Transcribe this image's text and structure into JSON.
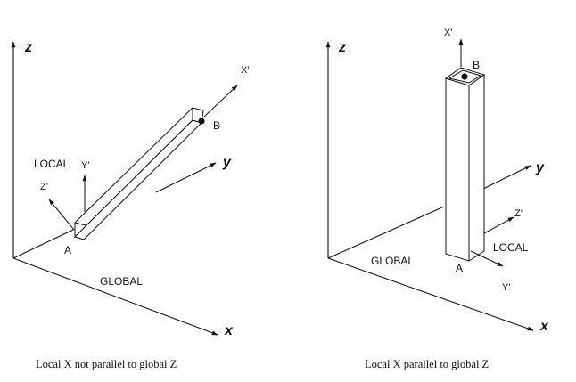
{
  "panels": [
    {
      "axes": {
        "z": "z",
        "y": "y",
        "x": "x"
      },
      "labels": {
        "local": "LOCAL",
        "global": "GLOBAL",
        "x_prime": "X'",
        "y_prime": "Y'",
        "z_prime": "Z'",
        "point_a": "A",
        "point_b": "B"
      },
      "caption": "Local X not parallel to global Z"
    },
    {
      "axes": {
        "z": "z",
        "y": "y",
        "x": "x"
      },
      "labels": {
        "local": "LOCAL",
        "global": "GLOBAL",
        "x_prime": "X'",
        "y_prime": "Y'",
        "z_prime": "Z'",
        "point_a": "A",
        "point_b": "B"
      },
      "caption": "Local X parallel to global Z"
    }
  ]
}
